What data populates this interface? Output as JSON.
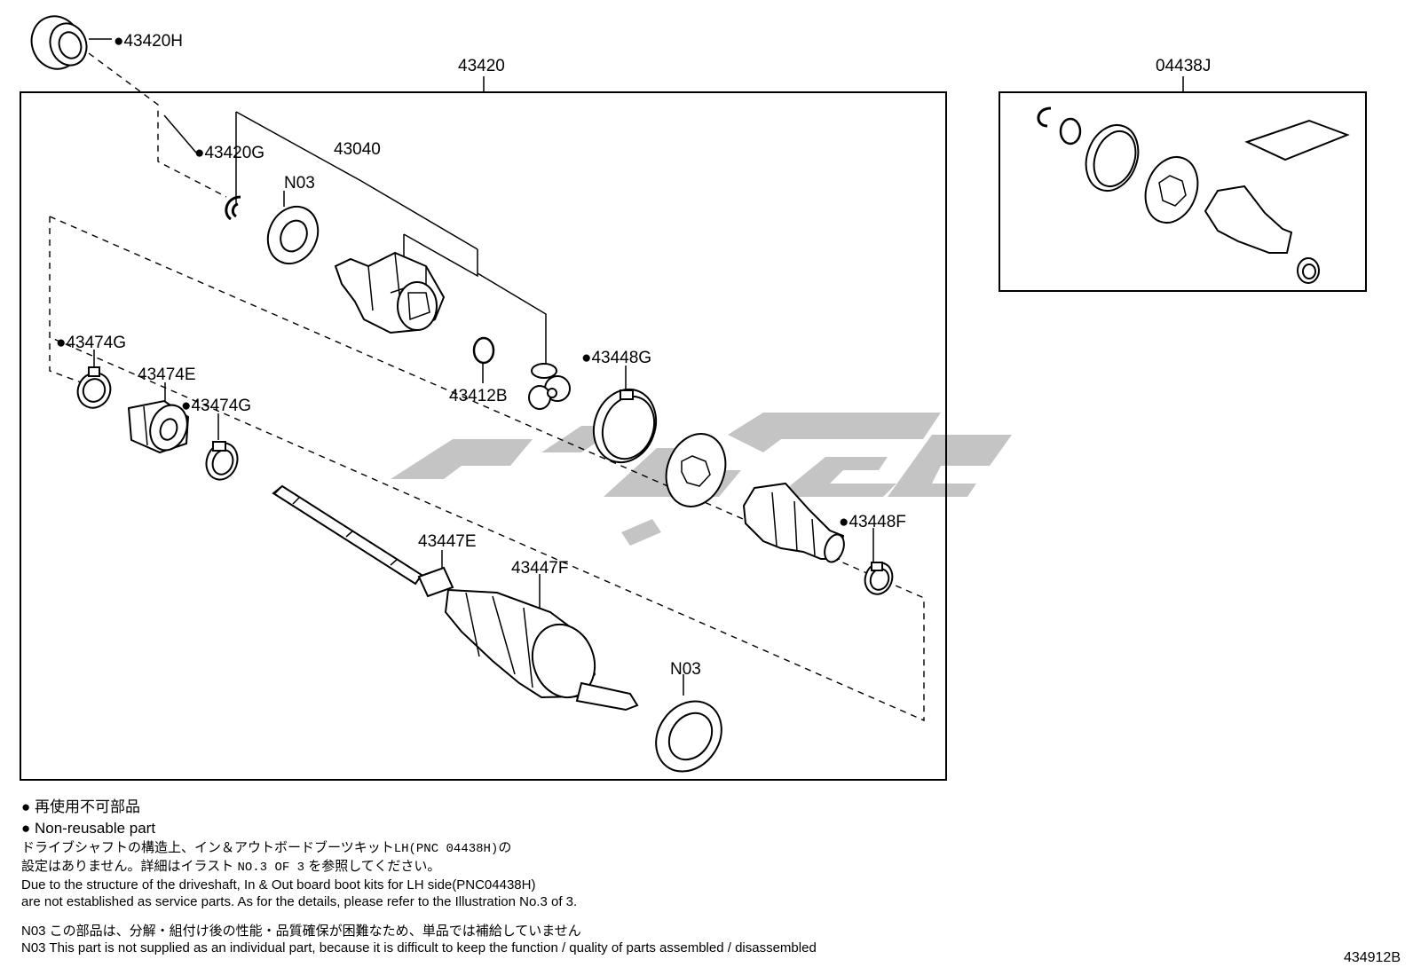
{
  "diagram": {
    "labels": {
      "p43420h": "●43420H",
      "p43420": "43420",
      "p04438j": "04438J",
      "p43420g": "●43420G",
      "p43040": "43040",
      "n03_top": "N03",
      "p43474g_a": "●43474G",
      "p43474e": "43474E",
      "p43474g_b": "●43474G",
      "p43412b": "43412B",
      "p43448g": "●43448G",
      "p43448f": "●43448F",
      "p43447e": "43447E",
      "p43447f": "43447F",
      "n03_bottom": "N03"
    },
    "diagram_id": "434912B"
  },
  "notes": {
    "legend_jp": "● 再使用不可部品",
    "legend_en": "● Non-reusable part",
    "jp_line1_a": "ドライブシャフトの構造上、イン＆アウトボードブーツキット",
    "jp_line1_code": "LH(PNC 04438H)",
    "jp_line1_b": "の",
    "jp_line2_a": "設定はありません。詳細はイラスト",
    "jp_line2_code": "NO.3 OF 3",
    "jp_line2_b": "を参照してください。",
    "en_line1": "Due to the structure of the driveshaft, In & Out board  boot kits for LH side(PNC04438H)",
    "en_line2": "are not established as service parts. As for the details, please refer to the Illustration No.3 of 3.",
    "n03_jp": "N03 この部品は、分解・組付け後の性能・品質確保が困難なため、単品では補給していません",
    "n03_en": "N03 This part is not supplied as an  individual part, because it is difficult to keep the function / quality of parts assembled / disassembled"
  }
}
